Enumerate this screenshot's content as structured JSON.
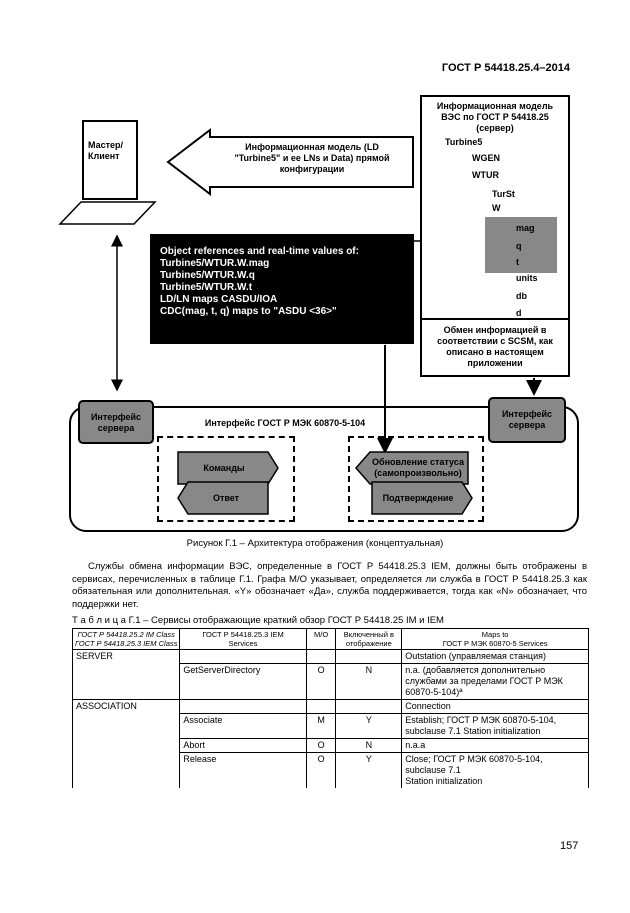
{
  "header": {
    "standard": "ГОСТ Р 54418.25.4–2014"
  },
  "figure": {
    "master_client": "Мастер/\nКлиент",
    "arrow_text": "Информационная модель (LD\n\"Turbine5\" и ее LNs и Data) прямой\nконфигурации",
    "black_box": "Object references and real-time values of:\nTurbine5/WTUR.W.mag\nTurbine5/WTUR.W.q\nTurbine5/WTUR.W.t\nLD/LN maps CASDU/IOA\nCDC(mag, t, q) maps to \"ASDU <36>\"",
    "info_model": "Информационная модель\nВЭС по ГОСТ Р 54418.25\n(сервер)",
    "tree": [
      "Turbine5",
      "WGEN",
      "WTUR",
      "TurSt",
      "W",
      "mag",
      "q",
      "t",
      "units",
      "db",
      "d"
    ],
    "exchange": "Обмен информацией в\nсоответствии с SCSM, как\nописано в настоящем\nприложении",
    "iface_server": "Интерфейс\nсервера",
    "iface_gost": "Интерфейс ГОСТ Р МЭК 60870-5-104",
    "commands": "Команды",
    "answer": "Ответ",
    "status_update": "Обновление статуса\n(самопроизвольно)",
    "confirm": "Подтверждение",
    "caption": "Рисунок Г.1 – Архитектура отображения (концептуальная)"
  },
  "paragraph": "Службы обмена информации ВЭС, определенные в ГОСТ Р 54418.25.3 IEM, должны быть отображены в сервисах, перечисленных в таблице Г.1. Графа М/О указывает, определяется ли служба в ГОСТ Р 54418.25.3 как обязательная или дополнительная. «Y» обозначает «Да», служба поддерживается, тогда как «N» обозначает, что поддержки нет.",
  "table": {
    "title": "Т а б л и ц а  Г.1 – Сервисы отображающие краткий обзор ГОСТ Р 54418.25 IM и IEM",
    "headers": [
      "ГОСТ Р 54418.25.2 IM Class\nГОСТ Р 54418.25.3 IEM Class",
      "ГОСТ Р 54418.25.3 IEM\nServices",
      "М/О",
      "Включенный в\nотображение",
      "Maps to\nГОСТ Р МЭК 60870-5 Services"
    ],
    "rows": [
      [
        "SERVER",
        "",
        "",
        "",
        "Outstation (управляемая станция)"
      ],
      [
        "",
        "GetServerDirectory",
        "O",
        "N",
        "n.a. (добавляется дополнительно службами за пределами ГОСТ Р МЭК 60870-5-104)ª"
      ],
      [
        "ASSOCIATION",
        "",
        "",
        "",
        "Connection"
      ],
      [
        "",
        "Associate",
        "M",
        "Y",
        "Establish; ГОСТ Р МЭК 60870-5-104, subclause 7.1 Station initialization"
      ],
      [
        "",
        "Abort",
        "O",
        "N",
        "n.a.a"
      ],
      [
        "",
        "Release",
        "O",
        "Y",
        "Close; ГОСТ Р МЭК 60870-5-104, subclause 7.1\nStation initialization"
      ]
    ]
  },
  "page_number": "157"
}
